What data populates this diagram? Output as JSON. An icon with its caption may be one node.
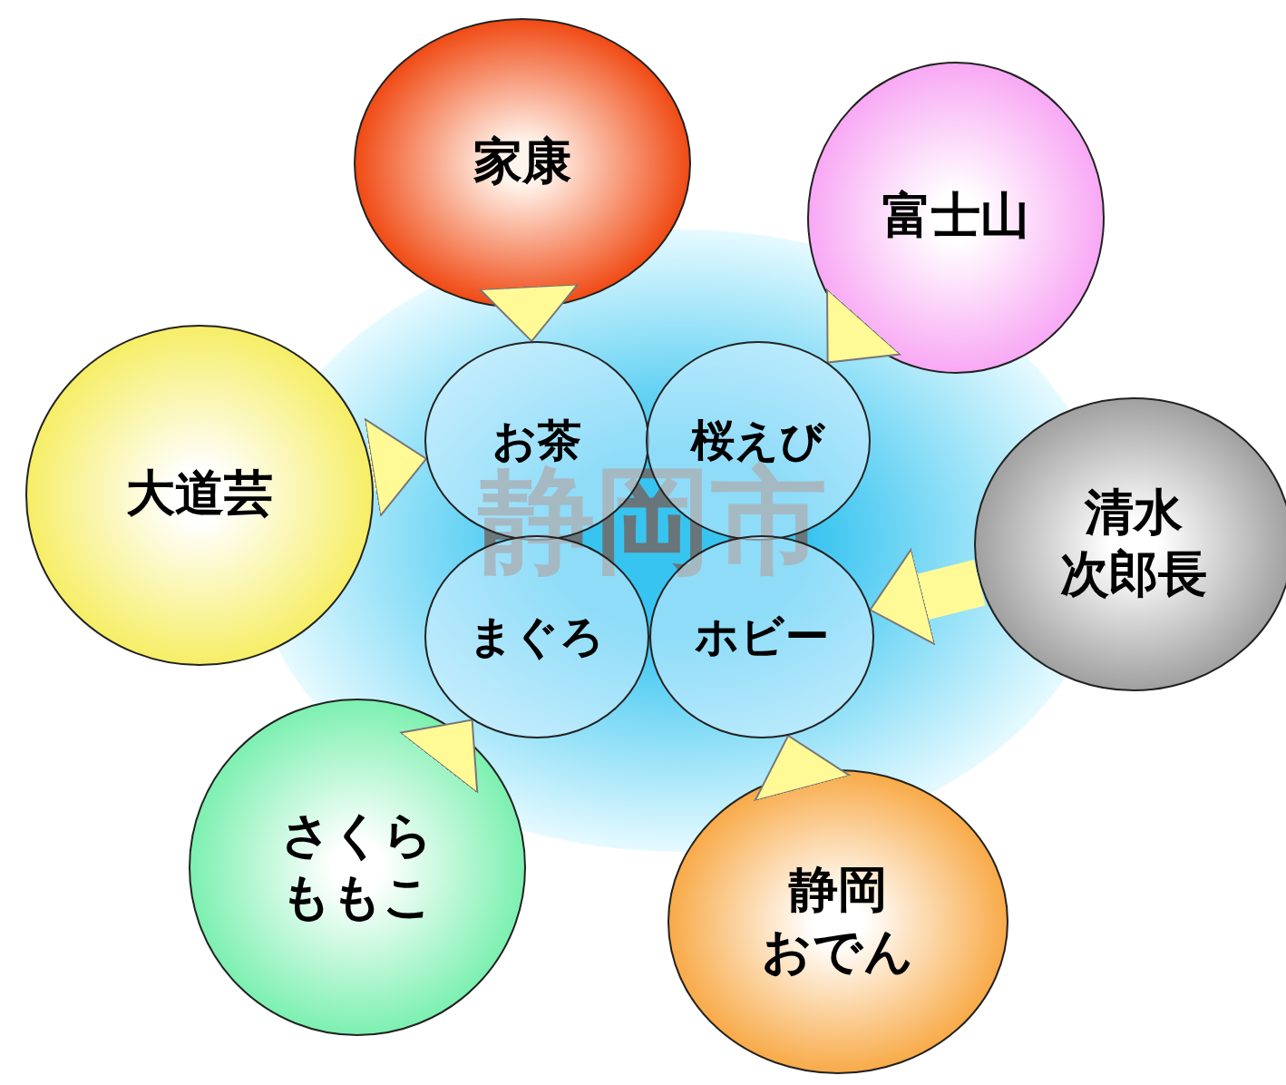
{
  "diagram": {
    "nodes": [
      {
        "text": [
          "静岡市"
        ]
      },
      {
        "text": [
          "お茶"
        ],
        "in": 0
      },
      {
        "text": [
          "桜えび"
        ],
        "in": 0
      },
      {
        "text": [
          "まぐろ"
        ],
        "in": 0
      },
      {
        "text": [
          "ホビー"
        ],
        "in": 0
      },
      {
        "text": [
          "家康"
        ]
      },
      {
        "text": [
          "富士山"
        ]
      },
      {
        "text": [
          "大道芸"
        ]
      },
      {
        "text": [
          "清水次郎長"
        ]
      },
      {
        "text": [
          "さくらももこ"
        ]
      },
      {
        "text": [
          "静岡おでん"
        ]
      }
    ],
    "edges": [
      {
        "from": 5,
        "to": 1,
        "arrow": "to"
      },
      {
        "from": 6,
        "to": 2,
        "arrow": "to"
      },
      {
        "from": 7,
        "to": 1,
        "arrow": "to"
      },
      {
        "from": 8,
        "to": 4,
        "arrow": "to"
      },
      {
        "from": 9,
        "to": 3,
        "arrow": "to"
      },
      {
        "from": 10,
        "to": 4,
        "arrow": "to"
      }
    ]
  }
}
